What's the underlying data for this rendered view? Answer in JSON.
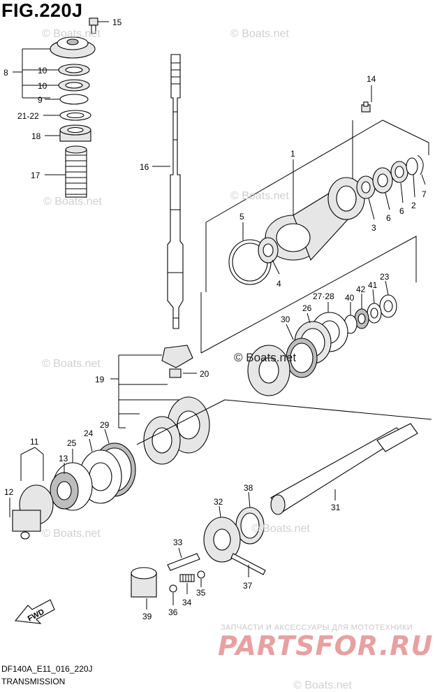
{
  "figure": {
    "title": "FIG.220J",
    "model_code": "DF140A_E11_016_220J",
    "section": "TRANSMISSION",
    "fwd_label": "FWD"
  },
  "watermarks": {
    "site": "© Boats.net"
  },
  "dealer": {
    "tagline": "ЗАПЧАСТИ И АКСЕССУАРЫ ДЛЯ МОТОТЕХНИКИ",
    "logo": "PARTSFOR.RU",
    "logo_color": "#e8a0a0"
  },
  "callouts": [
    "15",
    "8",
    "10",
    "10",
    "9",
    "21-22",
    "18",
    "17",
    "16",
    "14",
    "1",
    "5",
    "4",
    "3",
    "6",
    "2",
    "6",
    "7",
    "23",
    "41",
    "42",
    "40",
    "27·28",
    "26",
    "30",
    "19",
    "20",
    "11",
    "12",
    "13",
    "25",
    "24",
    "29",
    "33",
    "32",
    "38",
    "31",
    "37",
    "34",
    "35",
    "36",
    "39"
  ]
}
